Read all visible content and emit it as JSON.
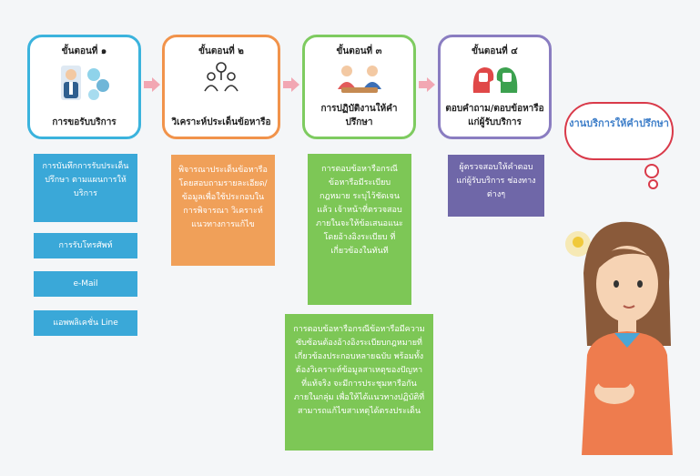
{
  "steps": [
    {
      "num": "ขั้นตอนที่ ๑",
      "title": "การขอรับบริการ"
    },
    {
      "num": "ขั้นตอนที่ ๒",
      "title": "วิเคราะห์ประเด็นข้อหารือ"
    },
    {
      "num": "ขั้นตอนที่ ๓",
      "title": "การปฏิบัติงานให้คำปรึกษา"
    },
    {
      "num": "ขั้นตอนที่ ๔",
      "title": "ตอบคำถาม/ตอบข้อหารือแก่ผู้รับบริการ"
    }
  ],
  "col1": [
    "การบันทึกการรับประเด็นปรึกษา ตามแผนการให้บริการ",
    "การรับโทรศัพท์",
    "e-Mail",
    "แอพพลิเคชั่น Line"
  ],
  "col2": [
    "พิจารณาประเด็นข้อหารือ โดยสอบถามรายละเอียด/ข้อมูลเพื่อใช้ประกอบในการพิจารณา วิเคราะห์แนวทางการแก้ไข"
  ],
  "col3": [
    "การตอบข้อหารือกรณีข้อหารือมีระเบียบกฎหมาย ระบุไว้ชัดเจนแล้ว เจ้าหน้าที่ตรวจสอบภายในจะให้ข้อเสนอแนะโดยอ้างอิงระเบียบ ที่เกี่ยวข้องในทันที",
    "การตอบข้อหารือกรณีข้อหารือมีความซับซ้อนต้องอ้างอิงระเบียบกฎหมายที่เกี่ยวข้องประกอบหลายฉบับ พร้อมทั้งต้องวิเคราะห์ข้อมูลสาเหตุของปัญหาที่แท้จริง จะมีการประชุมหารือกันภายในกลุ่ม เพื่อให้ได้แนวทางปฏิบัติที่สามารถแก้ไขสาเหตุได้ตรงประเด็น"
  ],
  "col4": [
    "ผู้ตรวจสอบให้คำตอบแก่ผู้รับบริการ ช่องทางต่างๆ"
  ],
  "bubble": "งานบริการให้คำปรึกษา",
  "colors": {
    "blue": "#3aa8d8",
    "orange": "#f0a059",
    "green": "#7dc756",
    "purple": "#6f67a8",
    "bubble_border": "#d93a4a",
    "bubble_text": "#3f7fc9",
    "arrow": "#f2a7b3"
  }
}
